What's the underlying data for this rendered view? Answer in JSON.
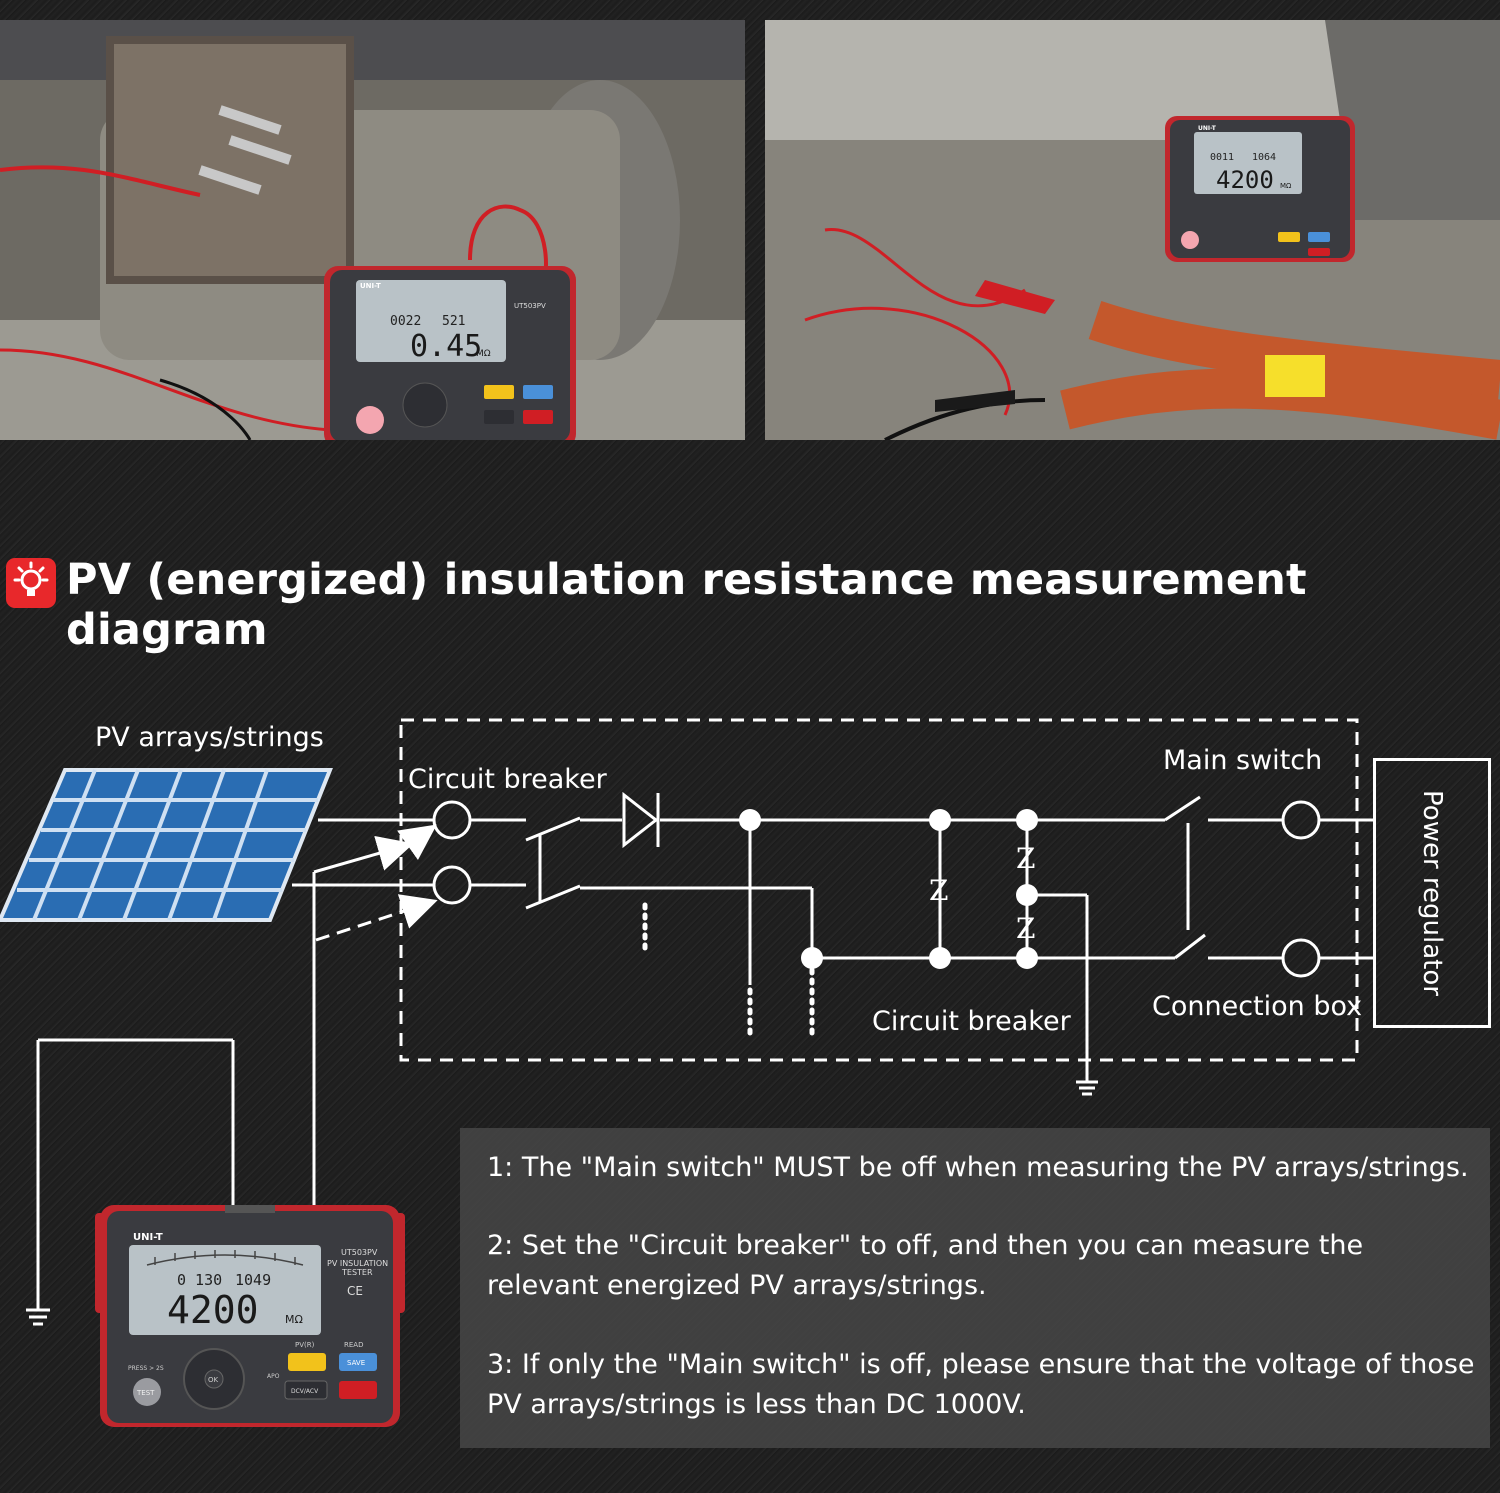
{
  "heading": "PV (energized) insulation resistance measurement diagram",
  "diagram": {
    "pv_label": "PV arrays/strings",
    "circuit_breaker_left": "Circuit breaker",
    "circuit_breaker_bottom": "Circuit breaker",
    "main_switch": "Main switch",
    "connection_box": "Connection box",
    "power_regulator": "Power regulator",
    "impedance_symbol": "Z"
  },
  "notes": [
    "1: The \"Main switch\" MUST be off when measuring the PV arrays/strings.",
    "2: Set the \"Circuit breaker\" to off, and then you can measure the relevant energized PV arrays/strings.",
    "3: If only the \"Main switch\" is off, please ensure that the voltage of those PV arrays/strings is less than DC 1000V."
  ],
  "device_bottom": {
    "brand": "UNI-T",
    "model": "UT503PV",
    "subtitle_1": "PV INSULATION",
    "subtitle_2": "TESTER",
    "reading_small_1": "0 130",
    "reading_small_2": "1049",
    "reading_main": "4200",
    "unit": "MΩ",
    "btn_pv": "PV(R)",
    "btn_read": "READ",
    "btn_ok": "OK",
    "btn_save": "SAVE",
    "btn_dc": "DCV/ACV",
    "press": "PRESS > 2S",
    "test": "TEST",
    "apo": "APO",
    "ce": "CE"
  },
  "photo_motor": {
    "brand": "UNI-T",
    "model": "UT503PV",
    "reading_small_1": "0022",
    "reading_small_2": "521",
    "reading_main": "0.45",
    "unit": "MΩ"
  },
  "photo_cable": {
    "brand": "UNI-T",
    "reading_small_1": "0011",
    "reading_small_2": "1064",
    "reading_main": "4200",
    "unit": "MΩ"
  },
  "colors": {
    "accent_red": "#e8282b",
    "line_white": "#ffffff",
    "device_body": "#3a3b40",
    "device_frame": "#c1272d",
    "lcd": "#b9c2c7",
    "button_yellow": "#f2c21b",
    "button_blue": "#4a90d9"
  }
}
